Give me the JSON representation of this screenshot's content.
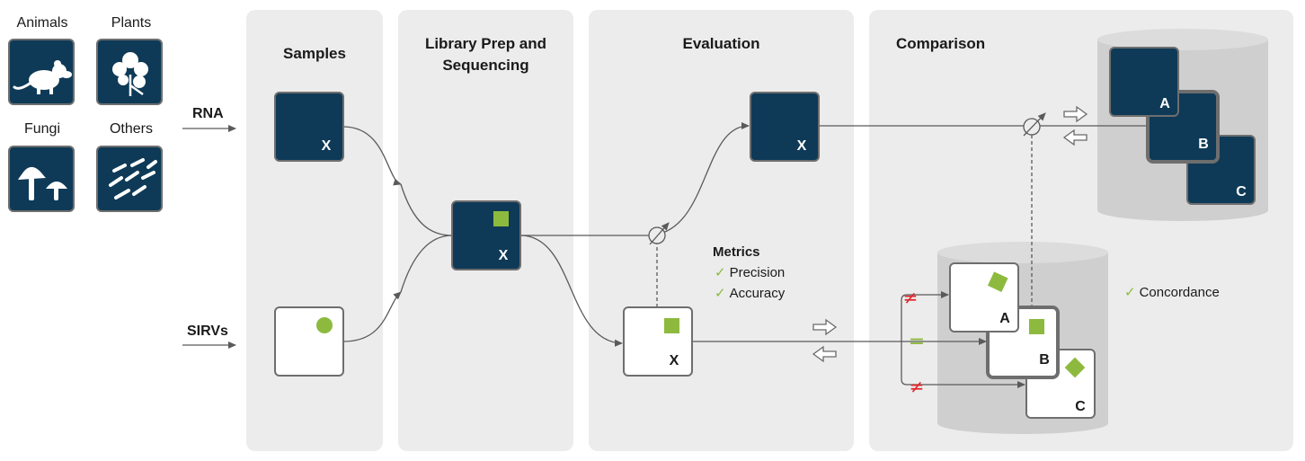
{
  "organisms": [
    {
      "label": "Animals",
      "icon": "rat-icon"
    },
    {
      "label": "Plants",
      "icon": "leaf-icon"
    },
    {
      "label": "Fungi",
      "icon": "mushroom-icon"
    },
    {
      "label": "Others",
      "icon": "bacteria-icon"
    }
  ],
  "inputs": {
    "rna": "RNA",
    "sirvs": "SIRVs"
  },
  "panels": {
    "samples": "Samples",
    "library_line1": "Library Prep and",
    "library_line2": "Sequencing",
    "evaluation": "Evaluation",
    "comparison": "Comparison"
  },
  "box_letters": {
    "x": "X",
    "a": "A",
    "b": "B",
    "c": "C"
  },
  "metrics": {
    "title": "Metrics",
    "items": [
      "Precision",
      "Accuracy"
    ]
  },
  "concordance": "Concordance",
  "symbols": {
    "not_equal": "≠",
    "equal": "="
  },
  "colors": {
    "navy": "#0e3a57",
    "green": "#8dba3e",
    "red": "#e0262a",
    "panel": "#ececec",
    "cylinder": "#cfcfcf"
  }
}
